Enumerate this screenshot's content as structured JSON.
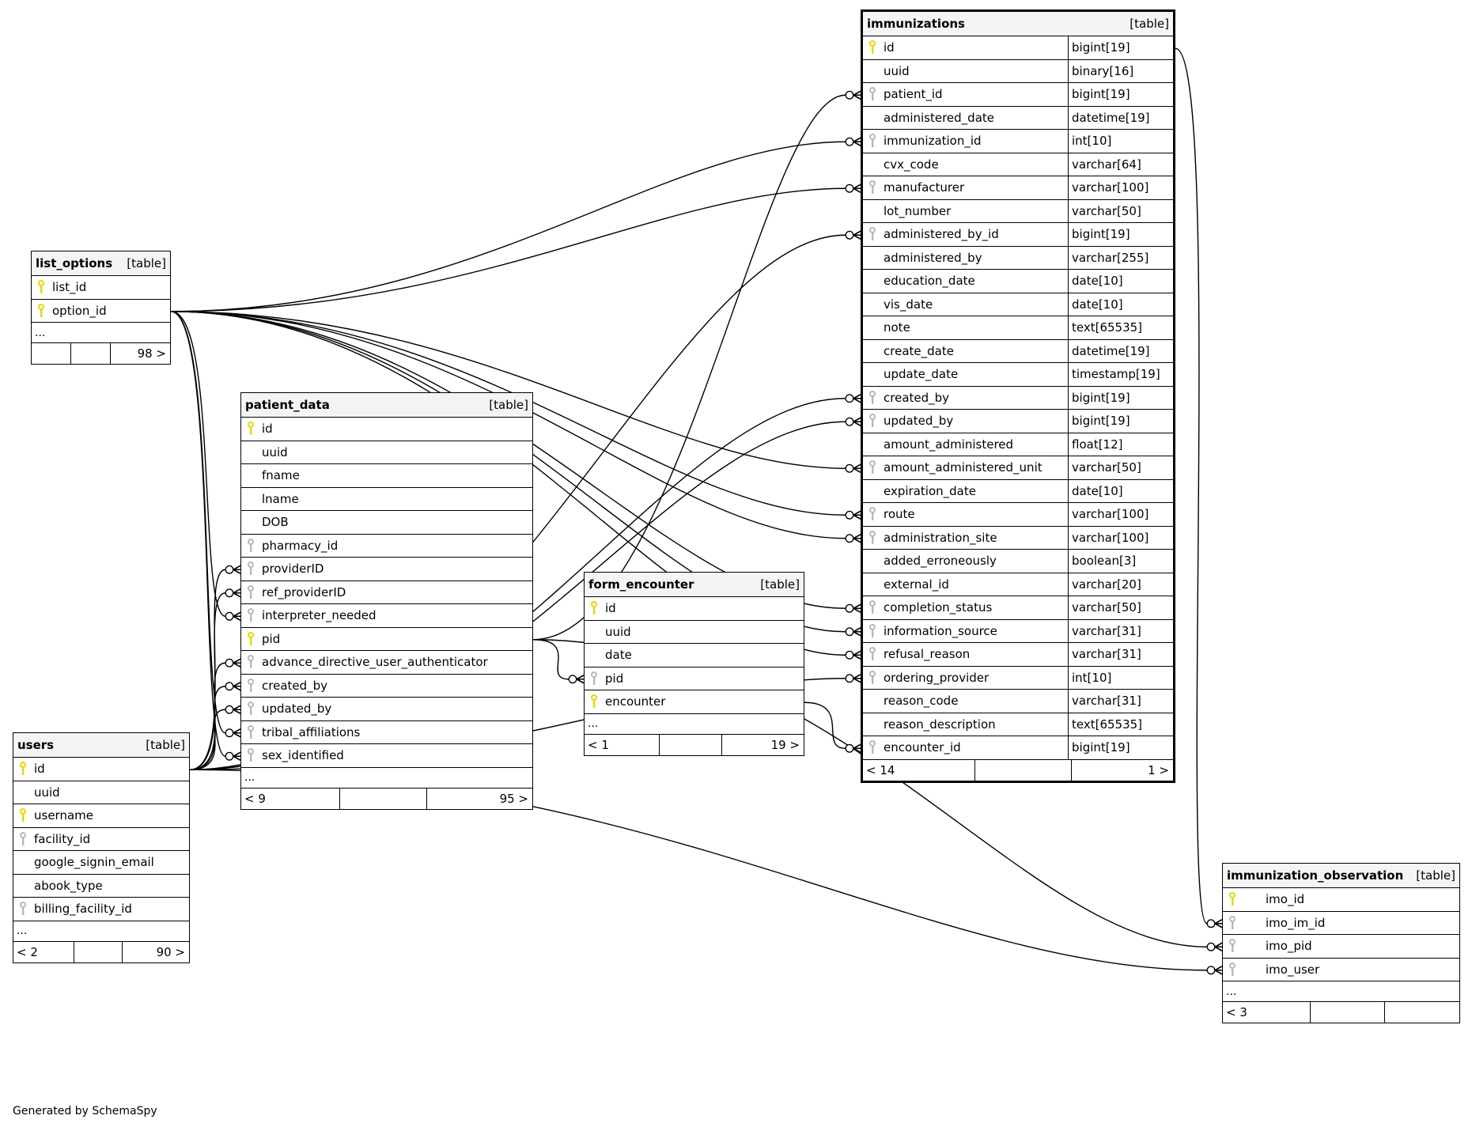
{
  "footer_text": "Generated by SchemaSpy",
  "colors": {
    "primary_key": "#e6d800",
    "foreign_key": "#b8b8b8",
    "header_bg": "#f4f4f4",
    "line": "#000000"
  },
  "tables": {
    "immunizations": {
      "name": "immunizations",
      "kind": "[table]",
      "focus": true,
      "columns": [
        {
          "name": "id",
          "type": "bigint[19]",
          "key": "pk"
        },
        {
          "name": "uuid",
          "type": "binary[16]",
          "key": ""
        },
        {
          "name": "patient_id",
          "type": "bigint[19]",
          "key": "fk"
        },
        {
          "name": "administered_date",
          "type": "datetime[19]",
          "key": ""
        },
        {
          "name": "immunization_id",
          "type": "int[10]",
          "key": "fk"
        },
        {
          "name": "cvx_code",
          "type": "varchar[64]",
          "key": ""
        },
        {
          "name": "manufacturer",
          "type": "varchar[100]",
          "key": "fk"
        },
        {
          "name": "lot_number",
          "type": "varchar[50]",
          "key": ""
        },
        {
          "name": "administered_by_id",
          "type": "bigint[19]",
          "key": "fk"
        },
        {
          "name": "administered_by",
          "type": "varchar[255]",
          "key": ""
        },
        {
          "name": "education_date",
          "type": "date[10]",
          "key": ""
        },
        {
          "name": "vis_date",
          "type": "date[10]",
          "key": ""
        },
        {
          "name": "note",
          "type": "text[65535]",
          "key": ""
        },
        {
          "name": "create_date",
          "type": "datetime[19]",
          "key": ""
        },
        {
          "name": "update_date",
          "type": "timestamp[19]",
          "key": ""
        },
        {
          "name": "created_by",
          "type": "bigint[19]",
          "key": "fk"
        },
        {
          "name": "updated_by",
          "type": "bigint[19]",
          "key": "fk"
        },
        {
          "name": "amount_administered",
          "type": "float[12]",
          "key": ""
        },
        {
          "name": "amount_administered_unit",
          "type": "varchar[50]",
          "key": "fk"
        },
        {
          "name": "expiration_date",
          "type": "date[10]",
          "key": ""
        },
        {
          "name": "route",
          "type": "varchar[100]",
          "key": "fk"
        },
        {
          "name": "administration_site",
          "type": "varchar[100]",
          "key": "fk"
        },
        {
          "name": "added_erroneously",
          "type": "boolean[3]",
          "key": ""
        },
        {
          "name": "external_id",
          "type": "varchar[20]",
          "key": ""
        },
        {
          "name": "completion_status",
          "type": "varchar[50]",
          "key": "fk"
        },
        {
          "name": "information_source",
          "type": "varchar[31]",
          "key": "fk"
        },
        {
          "name": "refusal_reason",
          "type": "varchar[31]",
          "key": "fk"
        },
        {
          "name": "ordering_provider",
          "type": "int[10]",
          "key": "fk"
        },
        {
          "name": "reason_code",
          "type": "varchar[31]",
          "key": ""
        },
        {
          "name": "reason_description",
          "type": "text[65535]",
          "key": ""
        },
        {
          "name": "encounter_id",
          "type": "bigint[19]",
          "key": "fk"
        }
      ],
      "has_ellipsis": false,
      "footer": {
        "parents": "< 14",
        "middle": "",
        "children": "1 >"
      }
    },
    "list_options": {
      "name": "list_options",
      "kind": "[table]",
      "focus": false,
      "columns": [
        {
          "name": "list_id",
          "type": "",
          "key": "pk"
        },
        {
          "name": "option_id",
          "type": "",
          "key": "pk"
        }
      ],
      "has_ellipsis": true,
      "ellipsis": "...",
      "footer": {
        "parents": "",
        "middle": "",
        "children": "98 >"
      }
    },
    "patient_data": {
      "name": "patient_data",
      "kind": "[table]",
      "focus": false,
      "columns": [
        {
          "name": "id",
          "type": "",
          "key": "pk"
        },
        {
          "name": "uuid",
          "type": "",
          "key": ""
        },
        {
          "name": "fname",
          "type": "",
          "key": ""
        },
        {
          "name": "lname",
          "type": "",
          "key": ""
        },
        {
          "name": "DOB",
          "type": "",
          "key": ""
        },
        {
          "name": "pharmacy_id",
          "type": "",
          "key": "fk"
        },
        {
          "name": "providerID",
          "type": "",
          "key": "fk"
        },
        {
          "name": "ref_providerID",
          "type": "",
          "key": "fk"
        },
        {
          "name": "interpreter_needed",
          "type": "",
          "key": "fk"
        },
        {
          "name": "pid",
          "type": "",
          "key": "pk"
        },
        {
          "name": "advance_directive_user_authenticator",
          "type": "",
          "key": "fk"
        },
        {
          "name": "created_by",
          "type": "",
          "key": "fk"
        },
        {
          "name": "updated_by",
          "type": "",
          "key": "fk"
        },
        {
          "name": "tribal_affiliations",
          "type": "",
          "key": "fk"
        },
        {
          "name": "sex_identified",
          "type": "",
          "key": "fk"
        }
      ],
      "has_ellipsis": true,
      "ellipsis": "...",
      "footer": {
        "parents": "< 9",
        "middle": "",
        "children": "95 >"
      }
    },
    "form_encounter": {
      "name": "form_encounter",
      "kind": "[table]",
      "focus": false,
      "columns": [
        {
          "name": "id",
          "type": "",
          "key": "pk"
        },
        {
          "name": "uuid",
          "type": "",
          "key": ""
        },
        {
          "name": "date",
          "type": "",
          "key": ""
        },
        {
          "name": "pid",
          "type": "",
          "key": "fk"
        },
        {
          "name": "encounter",
          "type": "",
          "key": "pk"
        }
      ],
      "has_ellipsis": true,
      "ellipsis": "...",
      "footer": {
        "parents": "< 1",
        "middle": "",
        "children": "19 >"
      }
    },
    "users": {
      "name": "users",
      "kind": "[table]",
      "focus": false,
      "columns": [
        {
          "name": "id",
          "type": "",
          "key": "pk"
        },
        {
          "name": "uuid",
          "type": "",
          "key": ""
        },
        {
          "name": "username",
          "type": "",
          "key": "pk"
        },
        {
          "name": "facility_id",
          "type": "",
          "key": "fk"
        },
        {
          "name": "google_signin_email",
          "type": "",
          "key": ""
        },
        {
          "name": "abook_type",
          "type": "",
          "key": ""
        },
        {
          "name": "billing_facility_id",
          "type": "",
          "key": "fk"
        }
      ],
      "has_ellipsis": true,
      "ellipsis": "...",
      "footer": {
        "parents": "< 2",
        "middle": "",
        "children": "90 >"
      }
    },
    "immunization_observation": {
      "name": "immunization_observation",
      "kind": "[table]",
      "focus": false,
      "columns": [
        {
          "name": "imo_id",
          "type": "",
          "key": "pk"
        },
        {
          "name": "imo_im_id",
          "type": "",
          "key": "fk"
        },
        {
          "name": "imo_pid",
          "type": "",
          "key": "fk"
        },
        {
          "name": "imo_user",
          "type": "",
          "key": "fk"
        }
      ],
      "has_ellipsis": true,
      "ellipsis": "...",
      "footer": {
        "parents": "< 3",
        "middle": "",
        "children": ""
      }
    }
  },
  "relationships": [
    {
      "from": "list_options.option_id",
      "to": "immunizations.immunization_id"
    },
    {
      "from": "list_options.option_id",
      "to": "immunizations.manufacturer"
    },
    {
      "from": "list_options.option_id",
      "to": "immunizations.amount_administered_unit"
    },
    {
      "from": "list_options.option_id",
      "to": "immunizations.route"
    },
    {
      "from": "list_options.option_id",
      "to": "immunizations.administration_site"
    },
    {
      "from": "list_options.option_id",
      "to": "immunizations.completion_status"
    },
    {
      "from": "list_options.option_id",
      "to": "immunizations.information_source"
    },
    {
      "from": "list_options.option_id",
      "to": "immunizations.refusal_reason"
    },
    {
      "from": "list_options.option_id",
      "to": "patient_data.interpreter_needed"
    },
    {
      "from": "list_options.option_id",
      "to": "patient_data.tribal_affiliations"
    },
    {
      "from": "list_options.option_id",
      "to": "patient_data.sex_identified"
    },
    {
      "from": "patient_data.pid",
      "to": "immunizations.patient_id"
    },
    {
      "from": "patient_data.pid",
      "to": "form_encounter.pid"
    },
    {
      "from": "patient_data.pid",
      "to": "immunization_observation.imo_pid"
    },
    {
      "from": "form_encounter.encounter",
      "to": "immunizations.encounter_id"
    },
    {
      "from": "immunizations.id",
      "to": "immunization_observation.imo_im_id"
    },
    {
      "from": "users.id",
      "to": "immunizations.administered_by_id"
    },
    {
      "from": "users.id",
      "to": "immunizations.created_by"
    },
    {
      "from": "users.id",
      "to": "immunizations.updated_by"
    },
    {
      "from": "users.id",
      "to": "immunizations.ordering_provider"
    },
    {
      "from": "users.id",
      "to": "patient_data.providerID"
    },
    {
      "from": "users.id",
      "to": "patient_data.ref_providerID"
    },
    {
      "from": "users.id",
      "to": "patient_data.advance_directive_user_authenticator"
    },
    {
      "from": "users.id",
      "to": "patient_data.created_by"
    },
    {
      "from": "users.id",
      "to": "patient_data.updated_by"
    },
    {
      "from": "users.id",
      "to": "immunization_observation.imo_user"
    }
  ]
}
